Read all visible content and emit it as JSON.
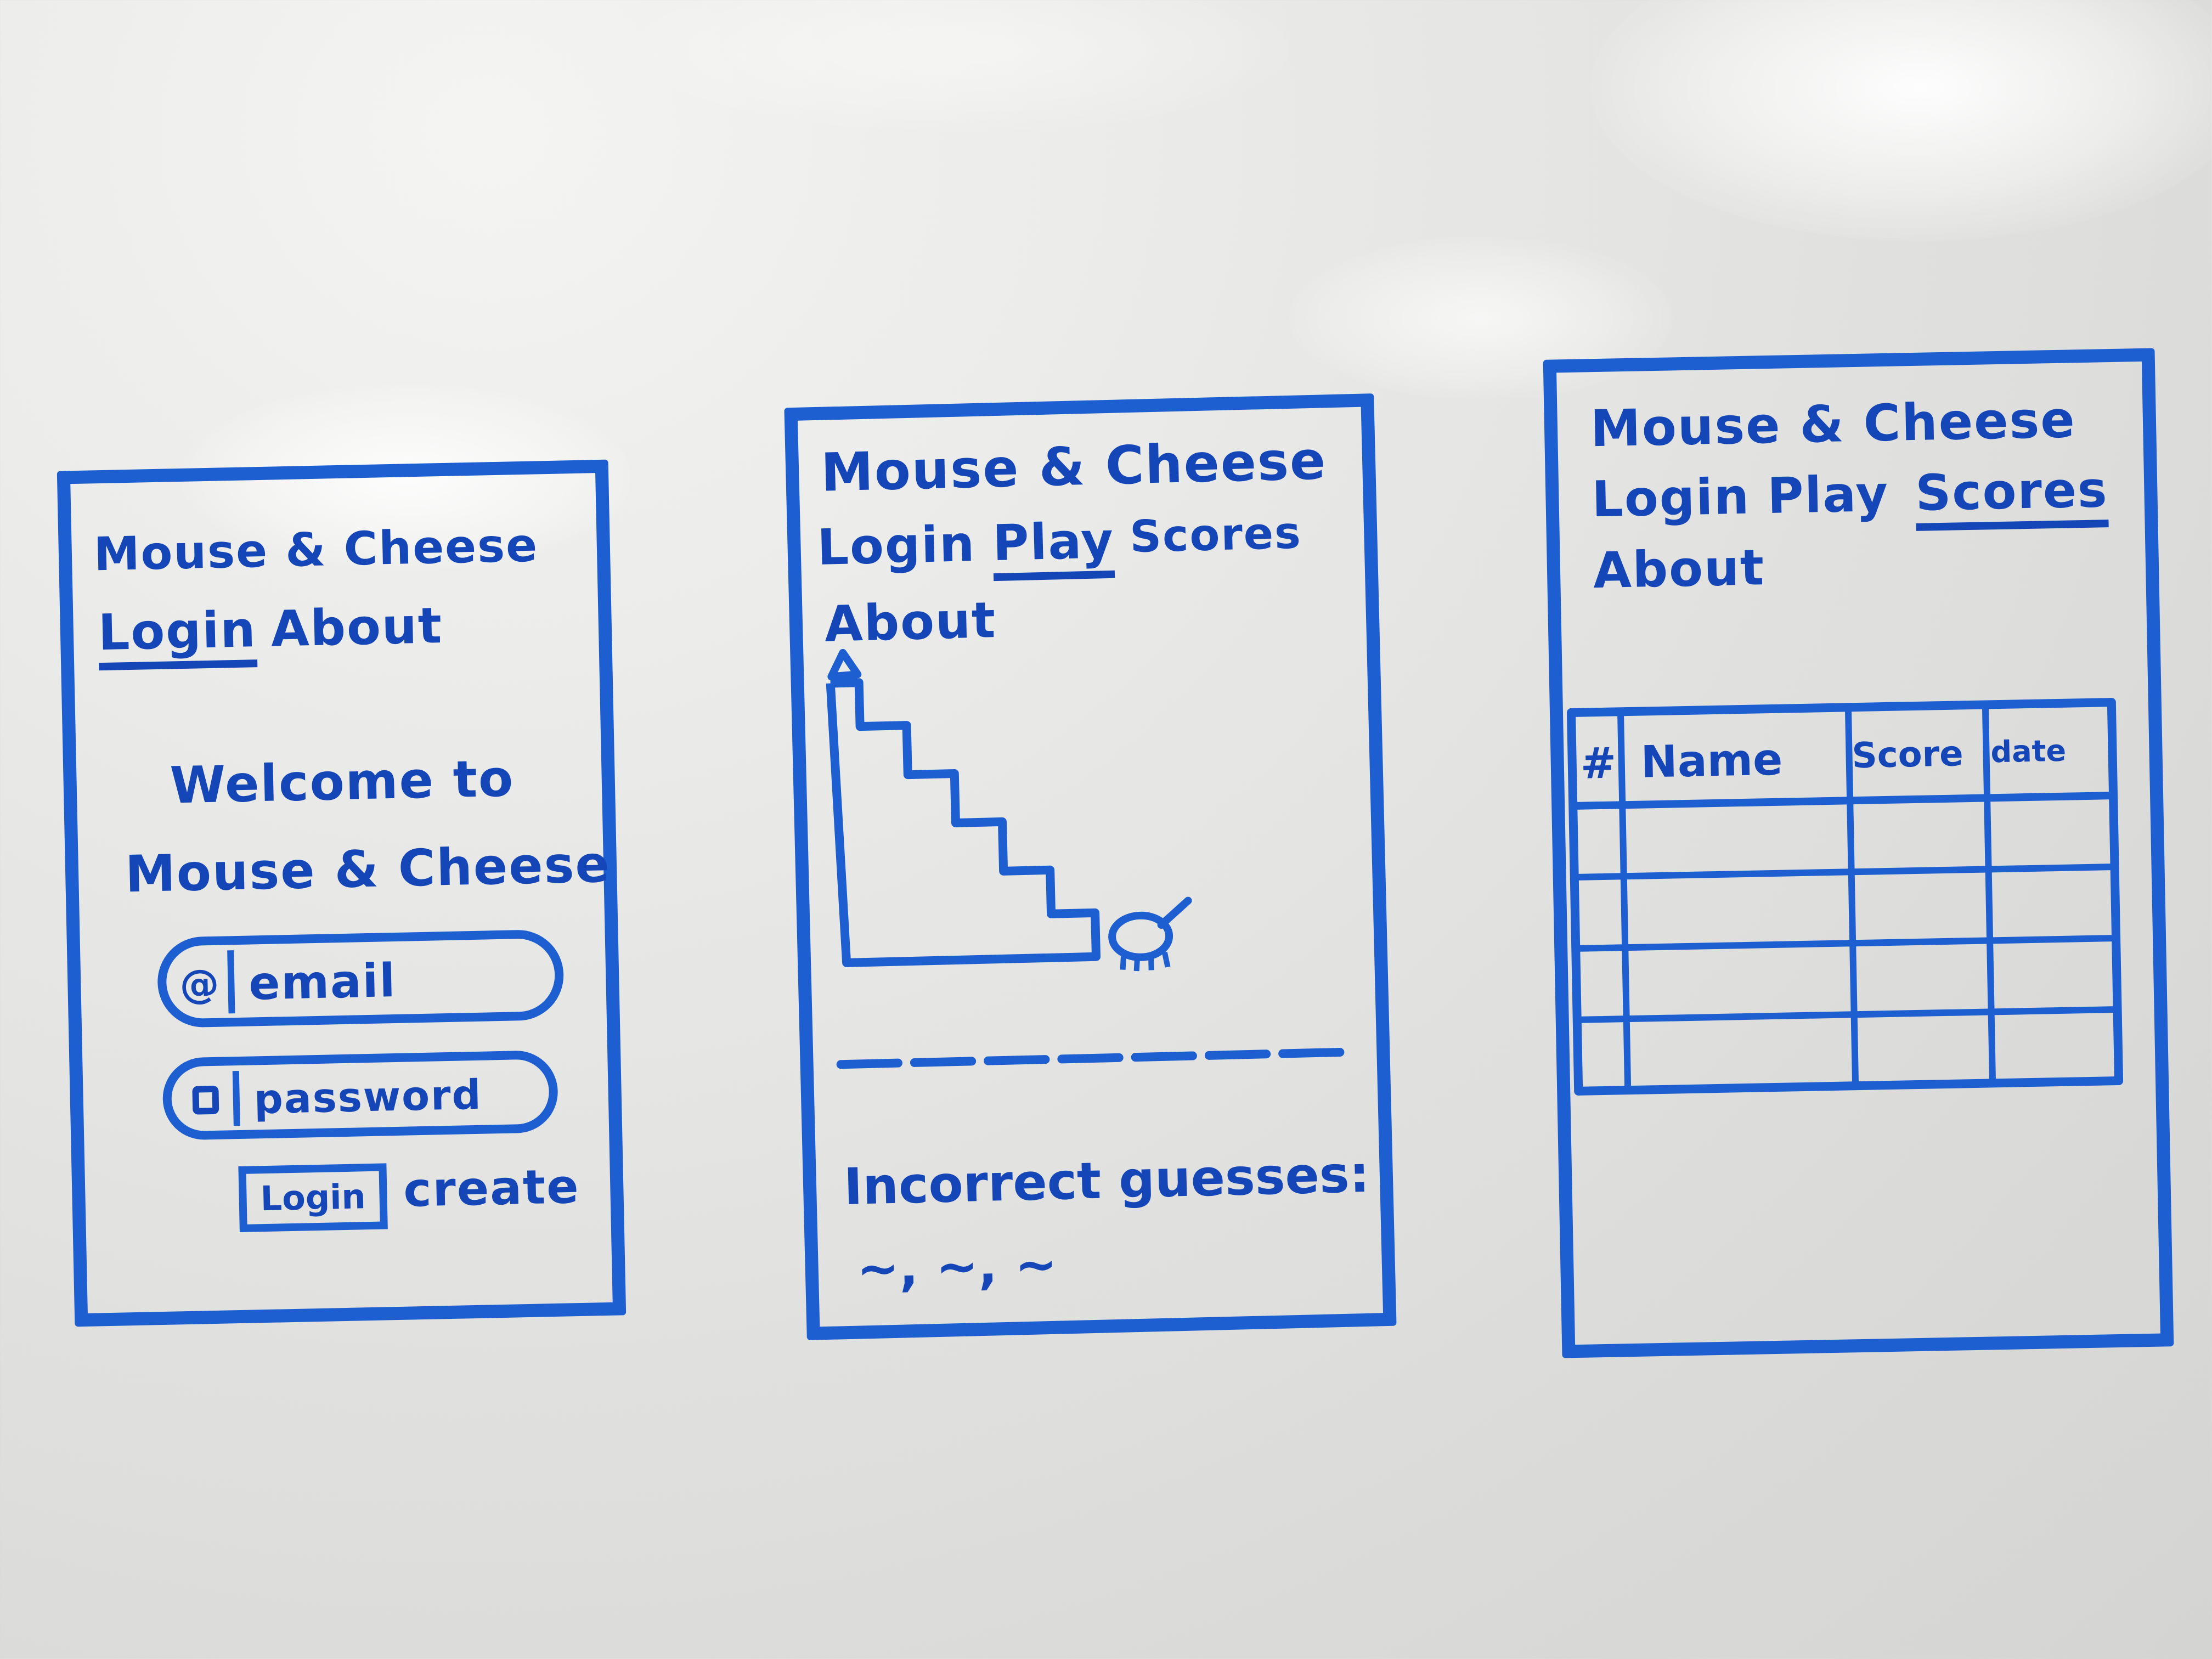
{
  "login_screen": {
    "title": "Mouse & Cheese",
    "nav": [
      "Login",
      "About"
    ],
    "welcome_line1": "Welcome to",
    "welcome_line2": "Mouse & Cheese",
    "email_icon": "@",
    "email_placeholder": "email",
    "password_icon": "lock-icon",
    "password_placeholder": "password",
    "login_button": "Login",
    "create_link": "create"
  },
  "play_screen": {
    "title": "Mouse & Cheese",
    "nav": [
      "Login",
      "Play",
      "Scores",
      "About"
    ],
    "word_blanks": 7,
    "incorrect_label": "Incorrect guesses:",
    "incorrect_values": "~, ~, ~",
    "icons": [
      "cheese-icon",
      "staircase-icon",
      "mouse-icon"
    ]
  },
  "scores_screen": {
    "title": "Mouse & Cheese",
    "nav": [
      "Login",
      "Play",
      "Scores",
      "About"
    ],
    "table": {
      "headers": [
        "#",
        "Name",
        "Score",
        "date"
      ],
      "rows": 4
    }
  },
  "colors": {
    "marker": "#1d5fd0",
    "ink": "#1546b8",
    "board": "#e4e4e2"
  }
}
